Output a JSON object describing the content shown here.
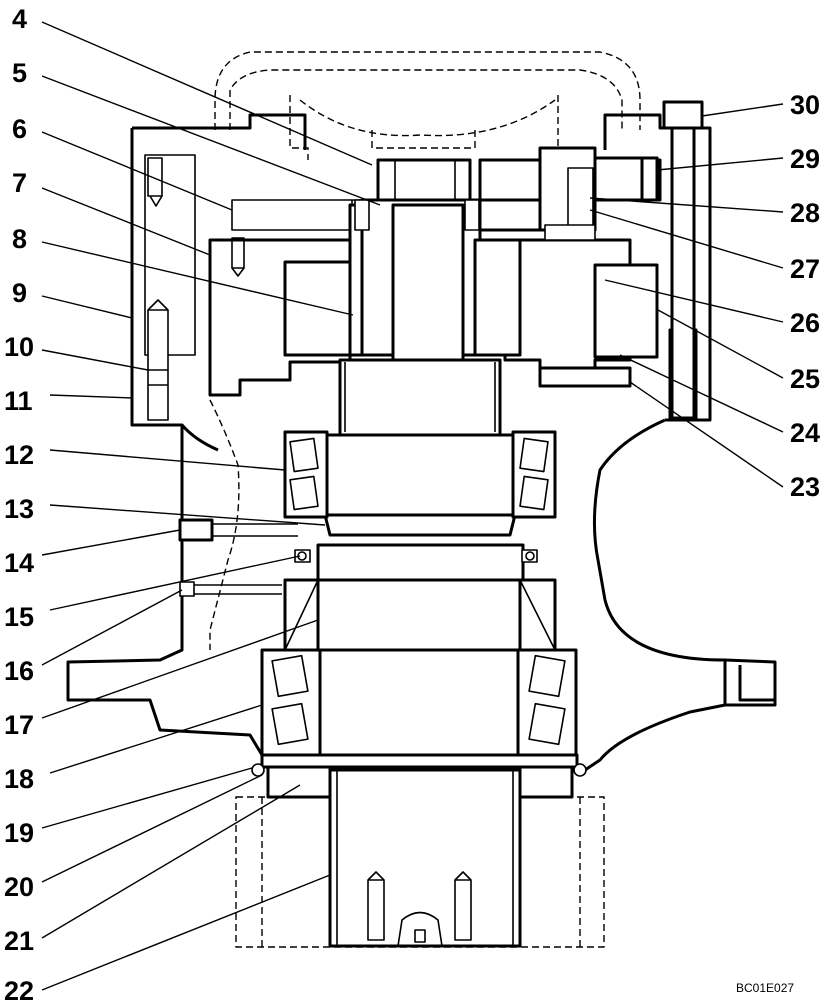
{
  "callouts": [
    {
      "id": "c4",
      "label": "4"
    },
    {
      "id": "c5",
      "label": "5"
    },
    {
      "id": "c6",
      "label": "6"
    },
    {
      "id": "c7",
      "label": "7"
    },
    {
      "id": "c8",
      "label": "8"
    },
    {
      "id": "c9",
      "label": "9"
    },
    {
      "id": "c10",
      "label": "10"
    },
    {
      "id": "c11",
      "label": "11"
    },
    {
      "id": "c12",
      "label": "12"
    },
    {
      "id": "c13",
      "label": "13"
    },
    {
      "id": "c14",
      "label": "14"
    },
    {
      "id": "c15",
      "label": "15"
    },
    {
      "id": "c16",
      "label": "16"
    },
    {
      "id": "c17",
      "label": "17"
    },
    {
      "id": "c18",
      "label": "18"
    },
    {
      "id": "c19",
      "label": "19"
    },
    {
      "id": "c20",
      "label": "20"
    },
    {
      "id": "c21",
      "label": "21"
    },
    {
      "id": "c22",
      "label": "22"
    },
    {
      "id": "c23",
      "label": "23"
    },
    {
      "id": "c24",
      "label": "24"
    },
    {
      "id": "c25",
      "label": "25"
    },
    {
      "id": "c26",
      "label": "26"
    },
    {
      "id": "c27",
      "label": "27"
    },
    {
      "id": "c28",
      "label": "28"
    },
    {
      "id": "c29",
      "label": "29"
    },
    {
      "id": "c30",
      "label": "30"
    }
  ],
  "figure_code": "BC01E027"
}
